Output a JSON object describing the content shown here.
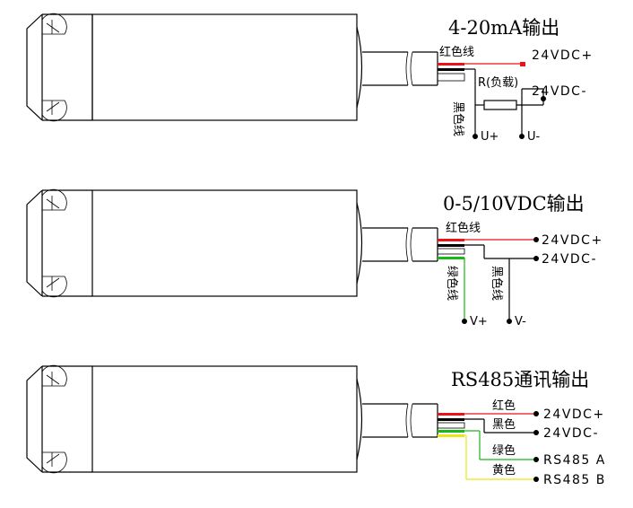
{
  "diagrams": [
    {
      "title": "4-20mA输出",
      "wire_labels": {
        "red": "红色线",
        "black": "黑色线",
        "load": "R(负载)"
      },
      "terminals": [
        "24VDC+",
        "24VDC-"
      ],
      "bottom_terminals": [
        "U+",
        "U-"
      ]
    },
    {
      "title": "0-5/10VDC输出",
      "wire_labels": {
        "red": "红色线",
        "green": "绿色线",
        "black": "黑色线"
      },
      "terminals": [
        "24VDC+",
        "24VDC-"
      ],
      "bottom_terminals": [
        "V+",
        "V-"
      ]
    },
    {
      "title": "RS485通讯输出",
      "wire_labels": {
        "red": "红色",
        "black": "黑色",
        "green": "绿色",
        "yellow": "黄色"
      },
      "terminals": [
        "24VDC+",
        "24VDC-",
        "RS485 A",
        "RS485 B"
      ]
    }
  ],
  "colors": {
    "red": "#e8141a",
    "green": "#18b818",
    "yellow": "#e8e818",
    "line": "#000000"
  }
}
